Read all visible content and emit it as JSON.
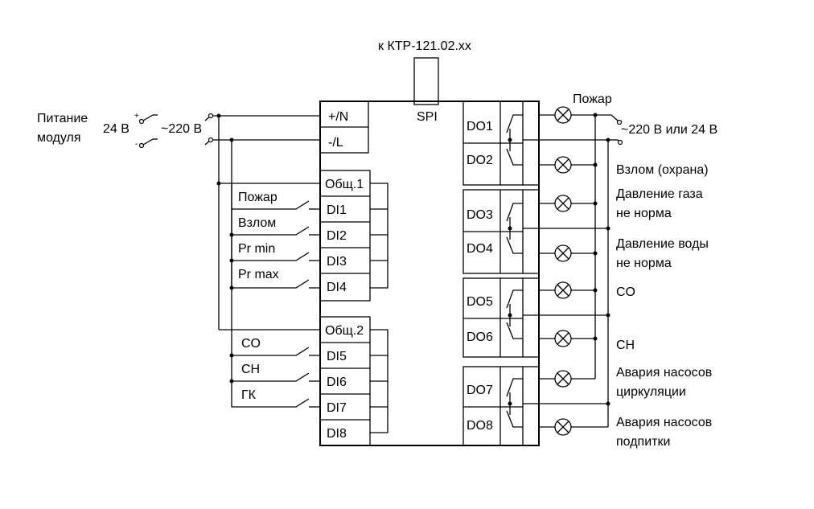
{
  "spi_target": "к КТР-121.02.хх",
  "spi_label": "SPI",
  "power": {
    "title_line1": "Питание",
    "title_line2": "модуля",
    "dc_label": "24 В",
    "ac_label": "~220 В",
    "plus": "+",
    "minus": "-"
  },
  "power_terminals": [
    "+/N",
    "-/L"
  ],
  "common1": "Общ.1",
  "common2": "Общ.2",
  "inputs_group1": [
    {
      "terminal": "DI1",
      "sensor": "Пожар"
    },
    {
      "terminal": "DI2",
      "sensor": "Взлом"
    },
    {
      "terminal": "DI3",
      "sensor": "Pr min"
    },
    {
      "terminal": "DI4",
      "sensor": "Pr max"
    }
  ],
  "inputs_group2": [
    {
      "terminal": "DI5",
      "sensor": "CO"
    },
    {
      "terminal": "DI6",
      "sensor": "CH"
    },
    {
      "terminal": "DI7",
      "sensor": "ГК"
    },
    {
      "terminal": "DI8",
      "sensor": ""
    }
  ],
  "outputs": [
    "DO1",
    "DO2",
    "DO3",
    "DO4",
    "DO5",
    "DO6",
    "DO7",
    "DO8"
  ],
  "lamp_labels": {
    "do1": "Пожар",
    "supply": "~220 В или 24 В",
    "do2": "Взлом (охрана)",
    "do3_line1": "Давление газа",
    "do3_line2": "не норма",
    "do4_line1": "Давление воды",
    "do4_line2": "не норма",
    "do5": "CO",
    "do6": "CH",
    "do7_line1": "Авария насосов",
    "do7_line2": "циркуляции",
    "do8_line1": "Авария насосов",
    "do8_line2": "подпитки"
  }
}
